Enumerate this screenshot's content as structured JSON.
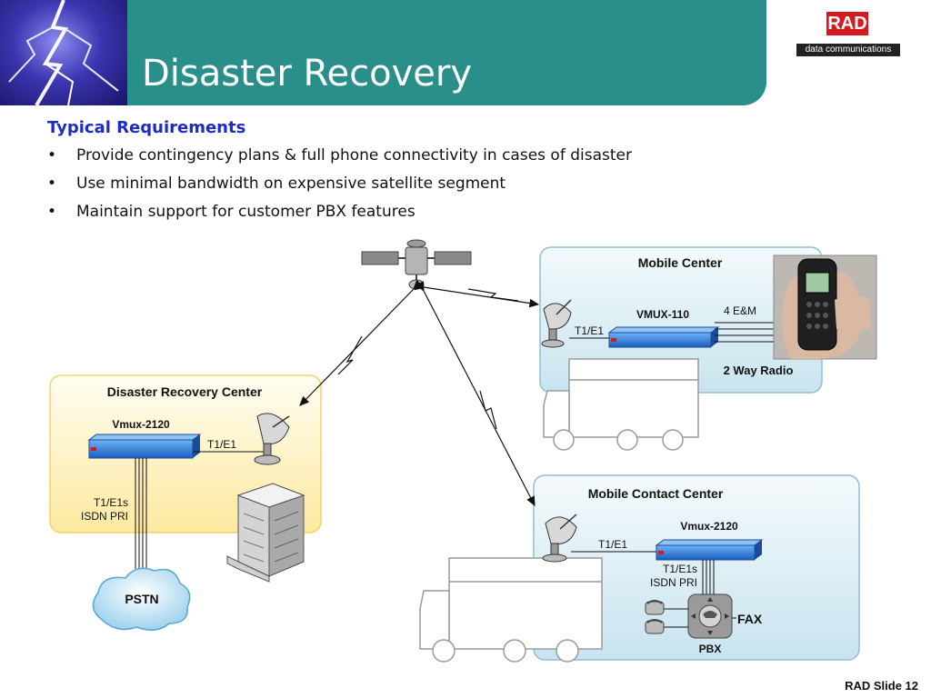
{
  "header": {
    "title": "Disaster Recovery",
    "logo_text": "RAD",
    "logo_subtitle": "data communications"
  },
  "requirements": {
    "title": "Typical Requirements",
    "bullet": "•",
    "items": [
      "Provide contingency plans & full phone connectivity in cases of disaster",
      "Use minimal bandwidth on expensive satellite segment",
      "Maintain support for customer PBX features"
    ]
  },
  "diagram": {
    "disaster_center": {
      "title": "Disaster Recovery Center",
      "device": "Vmux-2120",
      "link": "T1/E1",
      "trunk_line1": "T1/E1s",
      "trunk_line2": "ISDN PRI",
      "cloud": "PSTN"
    },
    "mobile_center": {
      "title": "Mobile Center",
      "device": "VMUX-110",
      "link": "T1/E1",
      "em_label": "4 E&M",
      "radio_label": "2 Way Radio"
    },
    "mobile_contact_center": {
      "title": "Mobile Contact Center",
      "device": "Vmux-2120",
      "link": "T1/E1",
      "trunk_line1": "T1/E1s",
      "trunk_line2": "ISDN PRI",
      "fax_label": "FAX",
      "pbx_label": "PBX"
    }
  },
  "footer": {
    "slide_label": "RAD Slide 12"
  },
  "colors": {
    "title_bar": "#2a8f8a",
    "accent_blue": "#1d2bc7",
    "yellow_panel": "#fdf3c3",
    "blue_panel": "#dbeef5",
    "device_blue": "#1e73d8"
  }
}
